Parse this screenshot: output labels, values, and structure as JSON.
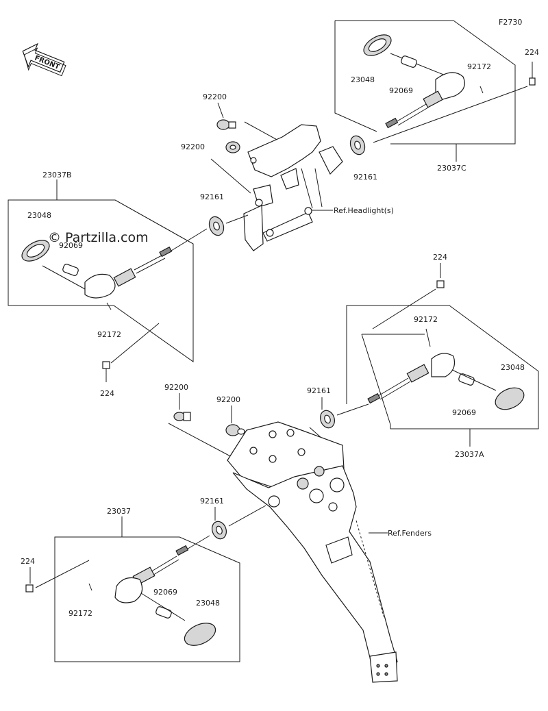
{
  "figure_code": "F2730",
  "watermark": "© Partzilla.com",
  "front_label": "FRONT",
  "refs": {
    "headlight": "Ref.Headlight(s)",
    "fenders": "Ref.Fenders"
  },
  "groups": {
    "front_right": "23037C",
    "front_left": "23037B",
    "rear_right": "23037A",
    "rear_left": "23037"
  },
  "callouts": {
    "fr_lens": "23048",
    "fr_bulb": "92069",
    "fr_screw": "92172",
    "fr_bolt": "224",
    "fr_grommet": "92161",
    "bracket_damper_top": "92200",
    "bracket_damper_mid": "92200",
    "fl_lens": "23048",
    "fl_bulb": "92069",
    "fl_screw": "92172",
    "fl_bolt": "224",
    "fl_grommet": "92161",
    "rr_bolt": "224",
    "rr_screw": "92172",
    "rr_lens": "23048",
    "rr_bulb": "92069",
    "rr_grommet": "92161",
    "rear_damper_a": "92200",
    "rear_damper_b": "92200",
    "rl_grommet": "92161",
    "rl_bolt": "224",
    "rl_screw": "92172",
    "rl_bulb": "92069",
    "rl_lens": "23048"
  }
}
